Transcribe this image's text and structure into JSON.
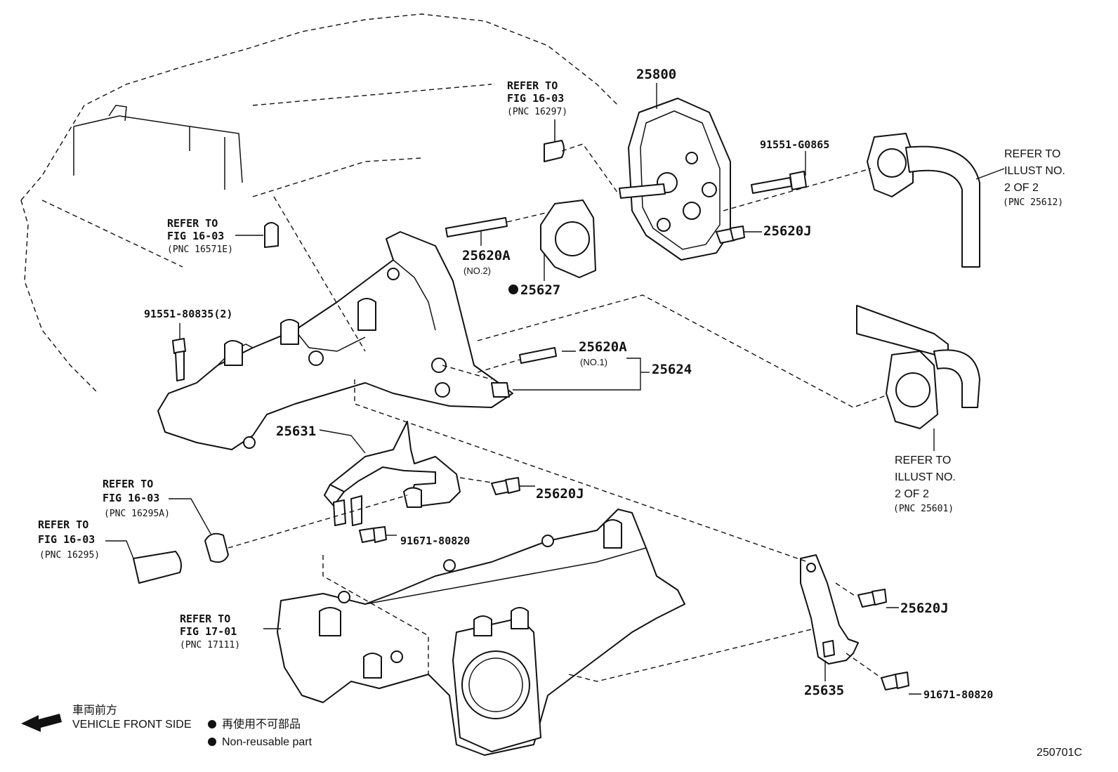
{
  "parts": {
    "p25800": "25800",
    "p25620A_no2": "25620A",
    "p25620A_no2_sub": "(NO.2)",
    "p25627": "25627",
    "p25620A_no1": "25620A",
    "p25620A_no1_sub": "(NO.1)",
    "p25624": "25624",
    "p25631": "25631",
    "p25620J_a": "25620J",
    "p25620J_b": "25620J",
    "p25620J_c": "25620J",
    "p91551_G0865": "91551-G0865",
    "p91551_80835": "91551-80835(2)",
    "p91671_80820_a": "91671-80820",
    "p91671_80820_b": "91671-80820",
    "p25635": "25635"
  },
  "refs": {
    "fig1603_16297": {
      "l1": "REFER TO",
      "l2": "FIG 16-03",
      "l3": "(PNC 16297)"
    },
    "fig1603_16571E": {
      "l1": "REFER TO",
      "l2": "FIG 16-03",
      "l3": "(PNC 16571E)"
    },
    "illust_25612": {
      "l1": "REFER TO",
      "l2": "ILLUST NO.",
      "l3": "2 OF 2",
      "l4": "(PNC 25612)"
    },
    "illust_25601": {
      "l1": "REFER TO",
      "l2": "ILLUST NO.",
      "l3": "2 OF 2",
      "l4": "(PNC 25601)"
    },
    "fig1603_16295A": {
      "l1": "REFER TO",
      "l2": "FIG 16-03",
      "l3": "(PNC 16295A)"
    },
    "fig1603_16295": {
      "l1": "REFER TO",
      "l2": "FIG 16-03",
      "l3": "(PNC 16295)"
    },
    "fig1701_17111": {
      "l1": "REFER TO",
      "l2": "FIG 17-01",
      "l3": "(PNC 17111)"
    }
  },
  "legend": {
    "front_jp": "車両前方",
    "front_en": "VEHICLE FRONT SIDE",
    "nonreuse_jp": "再使用不可部品",
    "nonreuse_en": "Non-reusable part"
  },
  "figure_id": "250701C"
}
